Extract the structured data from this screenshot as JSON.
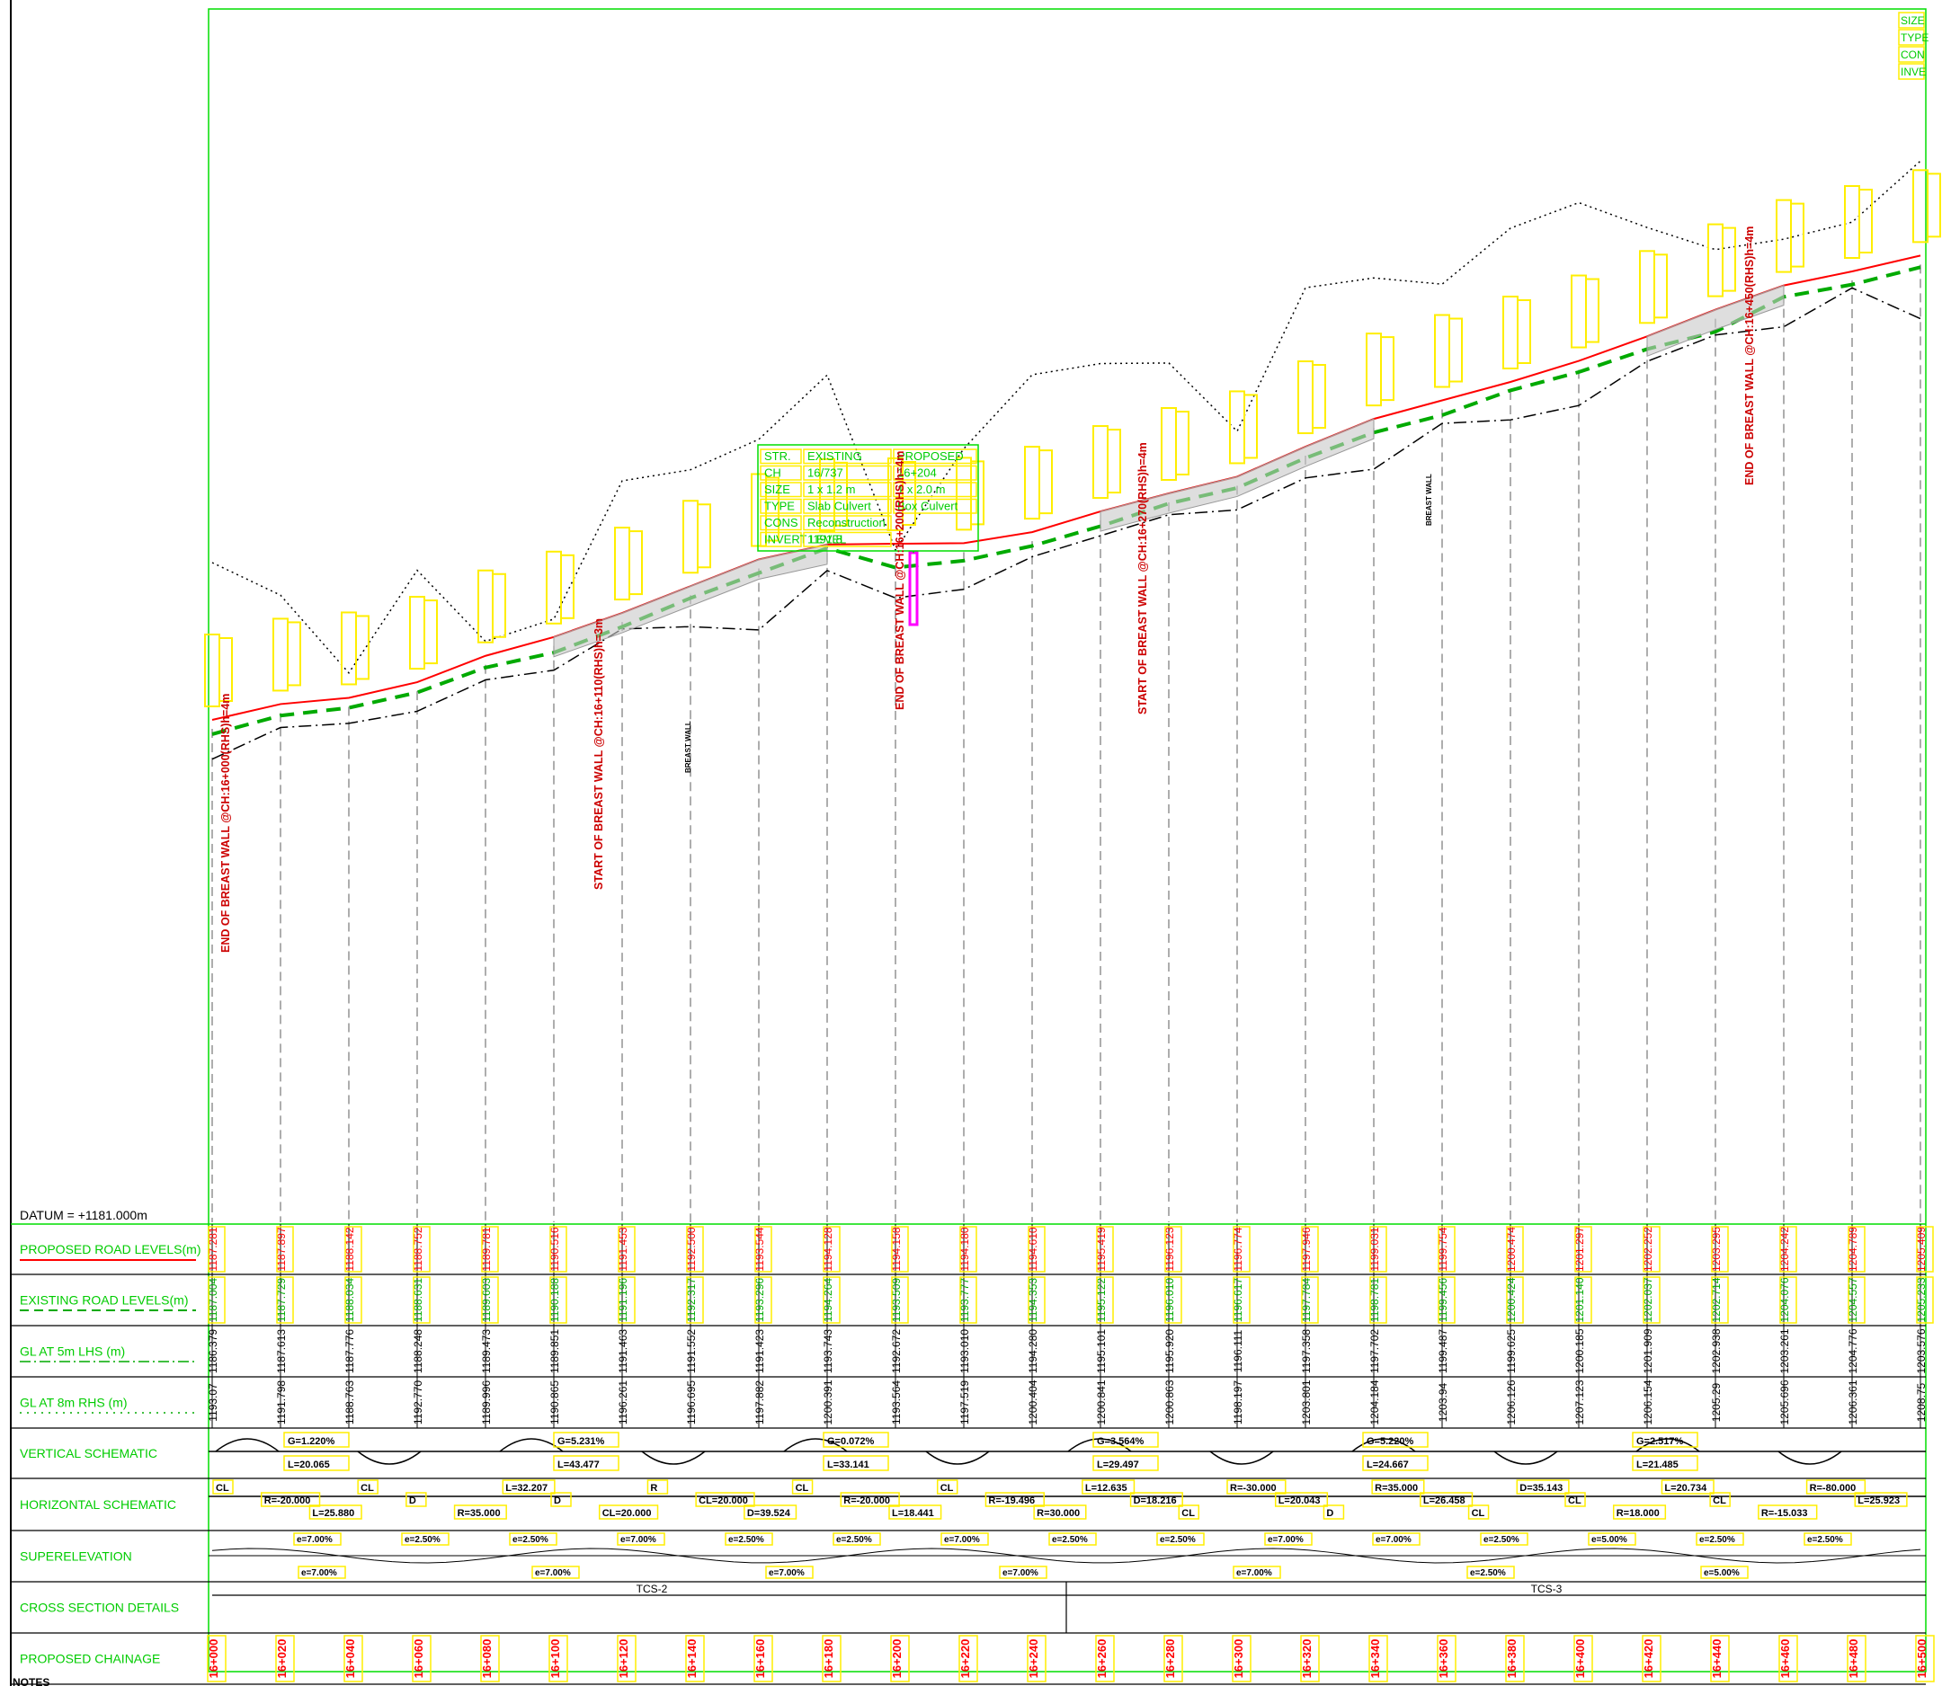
{
  "datum": "DATUM = +1181.000m",
  "row_labels": [
    "PROPOSED ROAD LEVELS(m)",
    "EXISTING ROAD LEVELS(m)",
    "GL AT 5m LHS (m)",
    "GL AT 8m RHS (m)",
    "VERTICAL SCHEMATIC",
    "HORIZONTAL SCHEMATIC",
    "SUPERELEVATION",
    "CROSS SECTION DETAILS",
    "PROPOSED CHAINAGE"
  ],
  "chainages": [
    "16+000",
    "16+020",
    "16+040",
    "16+060",
    "16+080",
    "16+100",
    "16+120",
    "16+140",
    "16+160",
    "16+180",
    "16+200",
    "16+220",
    "16+240",
    "16+260",
    "16+280",
    "16+300",
    "16+320",
    "16+340",
    "16+360",
    "16+380",
    "16+400",
    "16+420",
    "16+440",
    "16+460",
    "16+480",
    "16+500"
  ],
  "proposed_levels": [
    "1187.281",
    "1187.897",
    "1188.142",
    "1188.752",
    "1189.781",
    "1190.516",
    "1191.453",
    "1192.500",
    "1193.544",
    "1194.128",
    "1194.158",
    "1194.180",
    "1194.610",
    "1195.419",
    "1196.123",
    "1196.774",
    "1197.946",
    "1199.031",
    "1199.754",
    "1200.474",
    "1201.297",
    "1202.252",
    "1203.295",
    "1204.242",
    "1204.789",
    "1205.409"
  ],
  "existing_levels": [
    "1187.004",
    "1187.729",
    "1188.034",
    "1188.631",
    "1189.603",
    "1190.188",
    "1191.196",
    "1192.317",
    "1193.296",
    "1194.264",
    "1193.509",
    "1193.777",
    "1194.353",
    "1195.122",
    "1196.010",
    "1196.617",
    "1197.784",
    "1198.781",
    "1199.456",
    "1200.424",
    "1201.140",
    "1202.037",
    "1202.714",
    "1204.076",
    "1204.557",
    "1205.233"
  ],
  "gl_lhs": [
    "1193.07",
    "1191.798",
    "1188.763",
    "1192.770",
    "1189.996",
    "1190.865",
    "1196.261",
    "1196.695",
    "1197.882",
    "1200.391",
    "1193.564",
    "1197.519",
    "1200.404",
    "1200.841",
    "1200.863",
    "1198.197",
    "1203.801",
    "1204.184",
    "1203.94",
    "1206.126",
    "1207.123",
    "1206.154",
    "1205.29",
    "1205.696",
    "1206.361",
    "1208.75"
  ],
  "gl_rhs": [
    "1186.379",
    "1187.613",
    "1187.776",
    "1188.248",
    "1189.473",
    "1189.851",
    "1191.463",
    "1191.552",
    "1191.423",
    "1193.743",
    "1192.672",
    "1193.010",
    "1194.280",
    "1195.101",
    "1195.920",
    "1196.111",
    "1197.358",
    "1197.702",
    "1199.487",
    "1199.625",
    "1200.185",
    "1201.909",
    "1202.938",
    "1203.261",
    "1204.776",
    "1203.576"
  ],
  "vertical_labels": [
    {
      "text": "G=1.220%",
      "sub": "L=20.065"
    },
    {
      "text": "G=5.231%",
      "sub": "L=43.477"
    },
    {
      "text": "G=0.072%",
      "sub": "L=33.141"
    },
    {
      "text": "G=3.564%",
      "sub": "L=29.497"
    },
    {
      "text": "G=5.220%",
      "sub": "L=24.667"
    },
    {
      "text": "G=2.517%",
      "sub": "L=21.485"
    }
  ],
  "horizontal_labels": [
    "CL",
    "R=-20.000",
    "L=25.880",
    "CL",
    "D",
    "R=35.000",
    "L=32.207",
    "D",
    "CL=20.000",
    "R",
    "CL=20.000",
    "D=39.524",
    "CL",
    "R=-20.000",
    "L=18.441",
    "CL",
    "R=-19.496",
    "R=30.000",
    "L=12.635",
    "D=18.216",
    "CL",
    "R=-30.000",
    "L=20.043",
    "D",
    "R=35.000",
    "L=26.458",
    "CL",
    "D=35.143",
    "CL",
    "R=18.000",
    "L=20.734",
    "CL",
    "R=-15.033",
    "R=-80.000",
    "L=25.923"
  ],
  "superelevation_top": [
    "e=7.00%",
    "e=2.50%",
    "e=2.50%",
    "e=7.00%",
    "e=2.50%",
    "e=2.50%",
    "e=7.00%",
    "e=2.50%",
    "e=2.50%",
    "e=7.00%",
    "e=7.00%",
    "e=2.50%",
    "e=5.00%",
    "e=2.50%",
    "e=2.50%"
  ],
  "superelevation_bottom": [
    "e=7.00%",
    "e=7.00%",
    "e=7.00%",
    "e=7.00%",
    "e=7.00%",
    "e=2.50%",
    "e=5.00%"
  ],
  "cross_sections": [
    "TCS-2",
    "TCS-3"
  ],
  "culvert": {
    "rows": [
      [
        "STR.",
        "EXISTING",
        "PROPOSED"
      ],
      [
        "CH",
        "16/737",
        "16+204"
      ],
      [
        "SIZE",
        "1 x 1.2 m",
        "1 x 2.0 m"
      ],
      [
        "TYPE",
        "Slab Culvert",
        "Box Culvert"
      ],
      [
        "CONS",
        "Reconstruction",
        ""
      ],
      [
        "INVERT LEVEL",
        "1191.8",
        ""
      ]
    ]
  },
  "corner_table": [
    "SIZE",
    "TYPE",
    "CON",
    "INVE"
  ],
  "annotations": [
    "END OF BREAST WALL @CH:16+000(RHS)h=4m",
    "START OF BREAST WALL @CH:16+110(RHS)h=3m",
    "END OF BREAST WALL @CH:16+200(RHS)h=4m",
    "START OF BREAST WALL @CH:16+270(RHS)h=4m",
    "END OF BREAST WALL @CH:16+450(RHS)h=4m"
  ],
  "breast_wall_label": "BREAST WALL",
  "notes_label": "NOTES",
  "colors": {
    "frame": "#00dd00",
    "proposed": "#ff0000",
    "existing": "#00aa00",
    "label_box": "#ffff00",
    "annotation": "#cc0000",
    "culvert": "#ff00ff"
  }
}
